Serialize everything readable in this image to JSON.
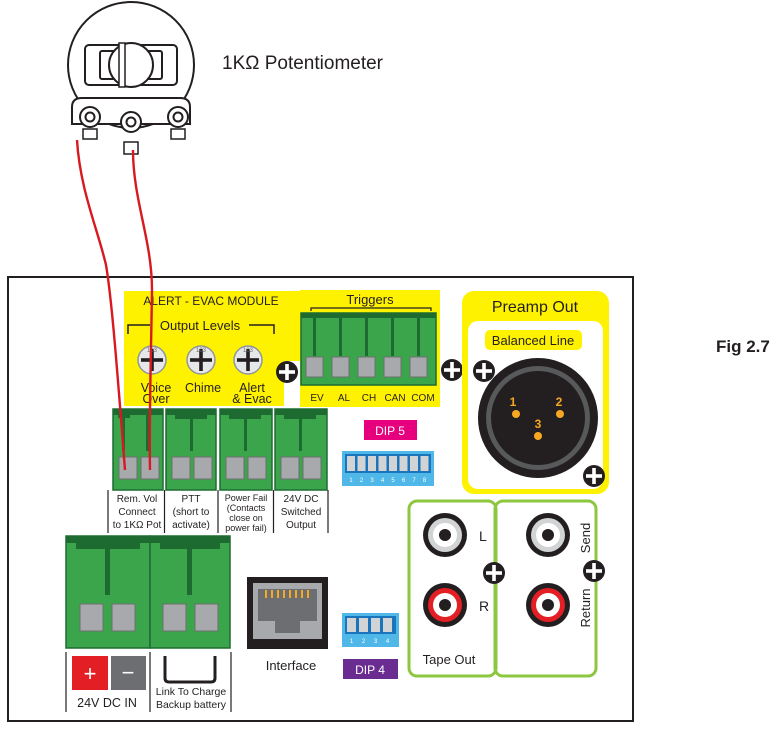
{
  "potentiometer": {
    "label": "1KΩ Potentiometer"
  },
  "figure_label": "Fig 2.7",
  "alert_module": {
    "title": "ALERT - EVAC MODULE",
    "output_levels": "Output Levels",
    "pot_marks": [
      "103",
      "103",
      "103"
    ],
    "pot_labels": [
      [
        "Voice",
        "Over"
      ],
      [
        "Chime"
      ],
      [
        "Alert",
        "& Evac"
      ]
    ]
  },
  "triggers": {
    "title": "Triggers",
    "terminals": [
      "EV",
      "AL",
      "CH",
      "CAN",
      "COM"
    ]
  },
  "preamp": {
    "title": "Preamp Out",
    "subtitle": "Balanced Line",
    "pins": [
      "1",
      "2",
      "3"
    ]
  },
  "dip5": {
    "label": "DIP 5",
    "numbers": [
      "1",
      "2",
      "3",
      "4",
      "5",
      "6",
      "7",
      "8"
    ]
  },
  "dip4": {
    "label": "DIP 4",
    "numbers": [
      "1",
      "2",
      "3",
      "4"
    ]
  },
  "small_connectors": [
    [
      "Rem. Vol",
      "Connect",
      "to 1KΩ Pot"
    ],
    [
      "PTT",
      "(short to",
      "activate)"
    ],
    [
      "Power Fail",
      "(Contacts",
      "close on",
      "power fail)"
    ],
    [
      "24V DC",
      "Switched",
      "Output"
    ]
  ],
  "power": {
    "plus": "+",
    "minus": "−",
    "label": "24V DC IN"
  },
  "battery": {
    "label_lines": [
      "Link To Charge",
      "Backup battery"
    ]
  },
  "interface": {
    "label": "Interface"
  },
  "tape_out": {
    "label": "Tape Out",
    "left": "L",
    "right": "R"
  },
  "send_return": {
    "send": "Send",
    "return": "Return"
  },
  "colors": {
    "yellow": "#fff200",
    "green": "#3aa54a",
    "dark_green": "#1e6b32",
    "red": "#e31e24",
    "dip_blue": "#4fb8e8",
    "dip5_magenta": "#e6007e",
    "dip4_purple": "#6a2c91",
    "xlr_orange": "#f7a823",
    "outline_green": "#8dc63f"
  }
}
